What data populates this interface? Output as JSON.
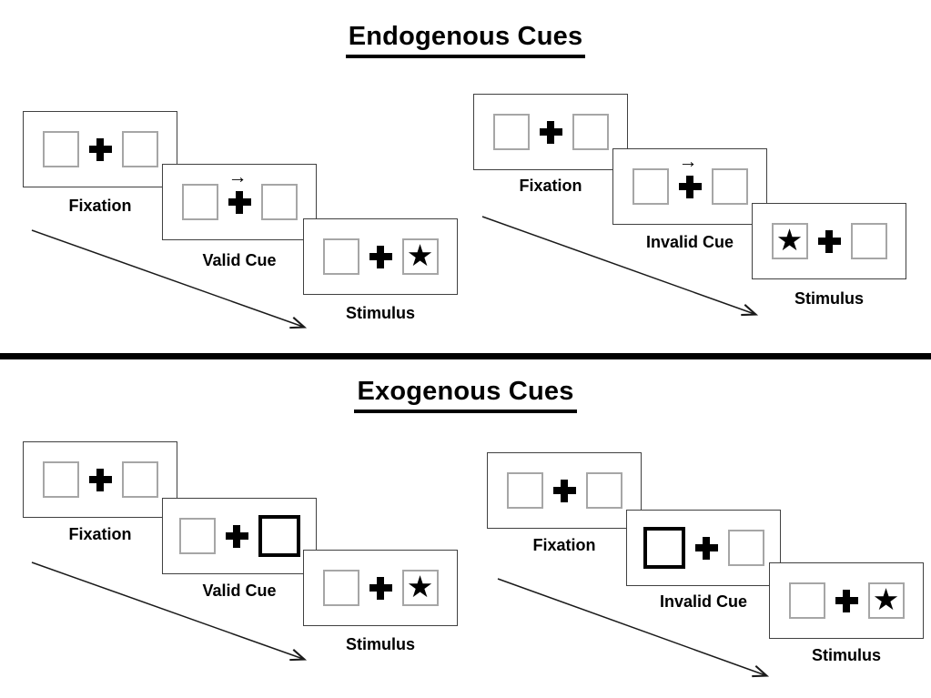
{
  "titles": {
    "endogenous": "Endogenous Cues",
    "exogenous": "Exogenous Cues"
  },
  "icons": {
    "star": "★",
    "cue_arrow": "→"
  },
  "colors": {
    "ink": "#000000",
    "panel_border": "#404040",
    "box_border": "#a6a6a6"
  },
  "sequences": {
    "endogenous_valid": {
      "fixation_label": "Fixation",
      "cue_label": "Valid Cue",
      "stimulus_label": "Stimulus"
    },
    "endogenous_invalid": {
      "fixation_label": "Fixation",
      "cue_label": "Invalid Cue",
      "stimulus_label": "Stimulus"
    },
    "exogenous_valid": {
      "fixation_label": "Fixation",
      "cue_label": "Valid Cue",
      "stimulus_label": "Stimulus"
    },
    "exogenous_invalid": {
      "fixation_label": "Fixation",
      "cue_label": "Invalid Cue",
      "stimulus_label": "Stimulus"
    }
  }
}
